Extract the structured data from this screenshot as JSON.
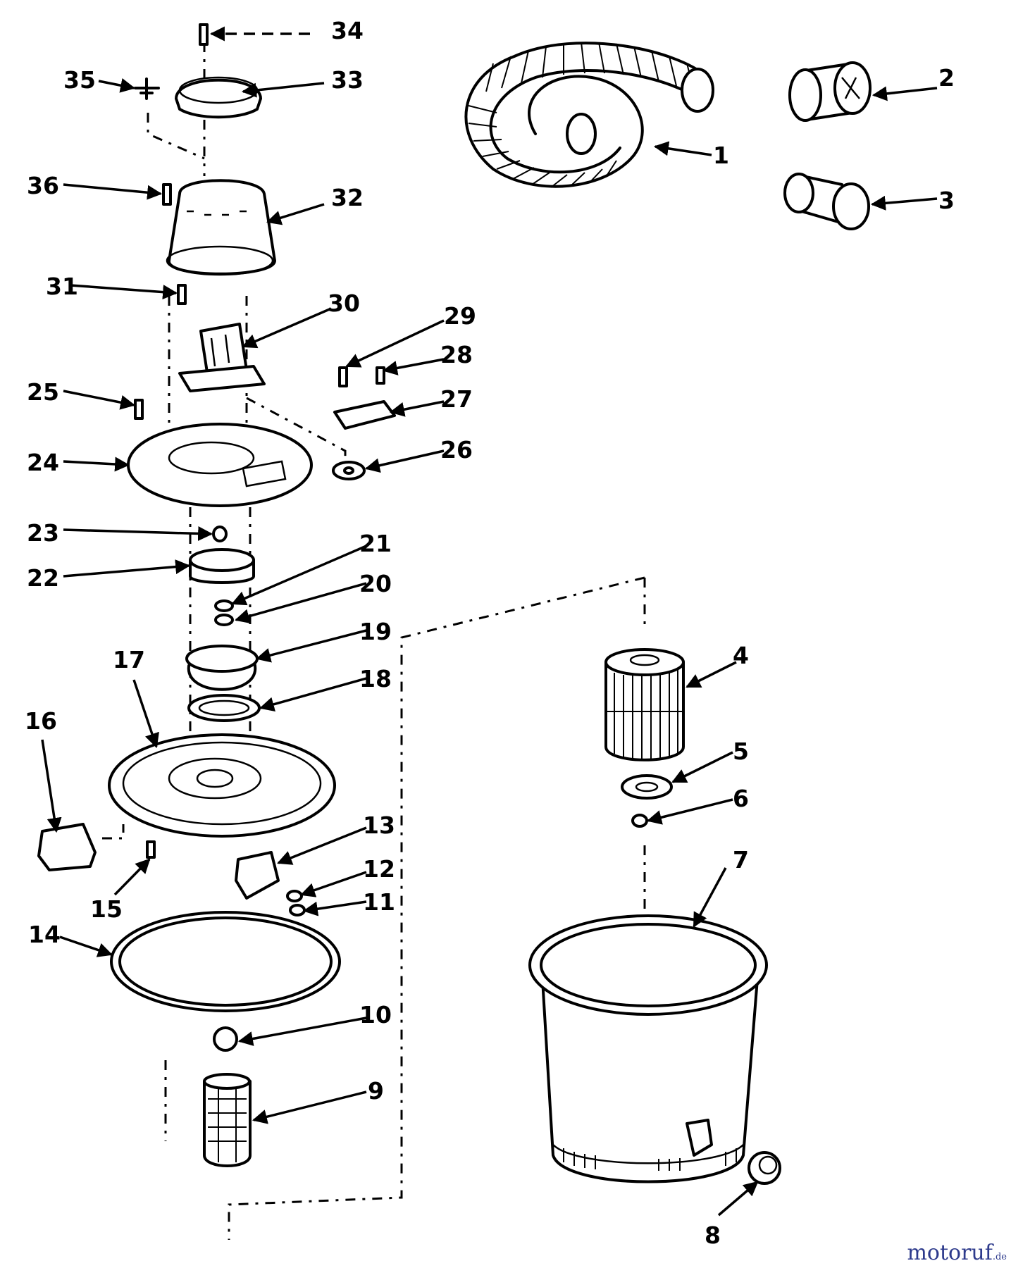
{
  "callouts": [
    "1",
    "2",
    "3",
    "4",
    "5",
    "6",
    "7",
    "8",
    "9",
    "10",
    "11",
    "12",
    "13",
    "14",
    "15",
    "16",
    "17",
    "18",
    "19",
    "20",
    "21",
    "22",
    "23",
    "24",
    "25",
    "26",
    "27",
    "28",
    "29",
    "30",
    "31",
    "32",
    "33",
    "34",
    "35",
    "36"
  ],
  "watermark": {
    "brand": "motoruf",
    "tld": ".de",
    "color": "#2d3a8c"
  },
  "colors": {
    "ink": "#000000",
    "paper": "#ffffff"
  }
}
